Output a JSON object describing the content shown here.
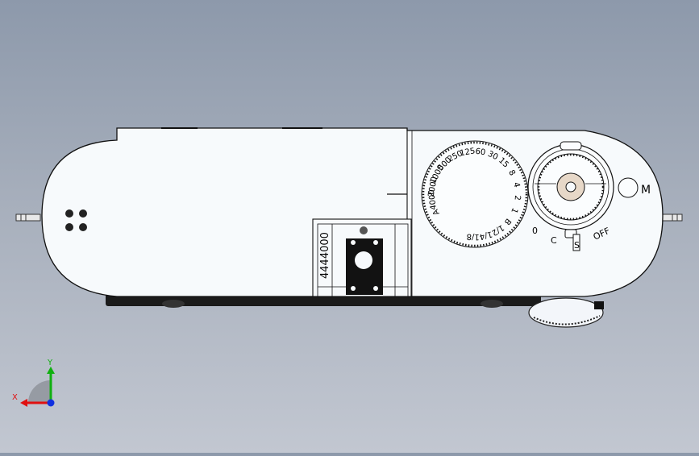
{
  "model": {
    "name": "leica-style-rangefinder-camera",
    "view": "top",
    "serial": "4444000"
  },
  "shutter_dial": {
    "marks": [
      "A",
      "4000",
      "2000",
      "1000",
      "500",
      "250",
      "125",
      "60",
      "30",
      "15",
      "8",
      "4",
      "2",
      "1",
      "B",
      "1/2",
      "1/4",
      "1/8"
    ]
  },
  "mode_lever": {
    "positions": [
      "0",
      "C",
      "S",
      "OFF"
    ]
  },
  "mode_button": {
    "label": "M"
  },
  "axes": {
    "x": "X",
    "y": "Y",
    "colors": {
      "x": "#e01010",
      "y": "#10b010",
      "z": "#1030e0"
    }
  }
}
